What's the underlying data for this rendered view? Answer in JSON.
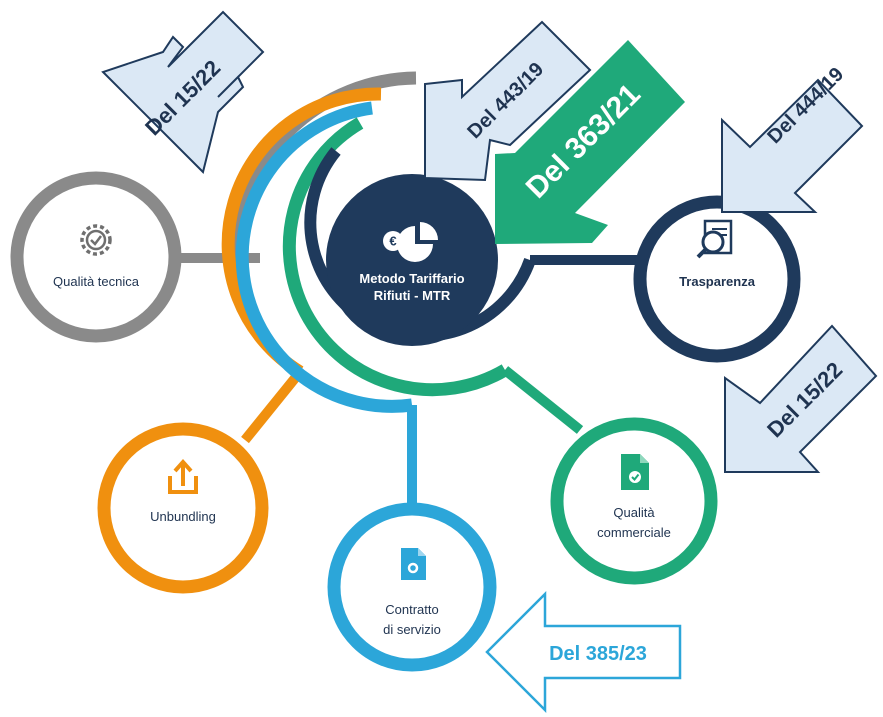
{
  "center": {
    "line1": "Metodo Tariffario",
    "line2": "Rifiuti - MTR",
    "icon": "euro-pie-chart-icon"
  },
  "nodes": {
    "qualita_tecnica": {
      "label": "Qualità tecnica",
      "icon": "gear-check-icon",
      "color": "#8a8a8a"
    },
    "trasparenza": {
      "label": "Trasparenza",
      "icon": "document-magnifier-icon",
      "color": "#1f3a5c"
    },
    "unbundling": {
      "label": "Unbundling",
      "icon": "upload-box-icon",
      "color": "#f0900f"
    },
    "contratto": {
      "line1": "Contratto",
      "line2": "di servizio",
      "icon": "document-gear-icon",
      "color": "#2ca6d9"
    },
    "qualita_commerciale": {
      "line1": "Qualità",
      "line2": "commerciale",
      "icon": "document-check-icon",
      "color": "#1fa97a"
    }
  },
  "arrows": {
    "del_15_22_top": "Del 15/22",
    "del_443_19": "Del 443/19",
    "del_363_21": "Del 363/21",
    "del_444_19": "Del 444/19",
    "del_15_22_right": "Del 15/22",
    "del_385_23": "Del 385/23"
  },
  "colors": {
    "navy": "#1f3a5c",
    "gray": "#8a8a8a",
    "orange": "#f0900f",
    "blue": "#2ca6d9",
    "green": "#1fa97a",
    "light_blue_arrow": "#dbe8f5"
  }
}
